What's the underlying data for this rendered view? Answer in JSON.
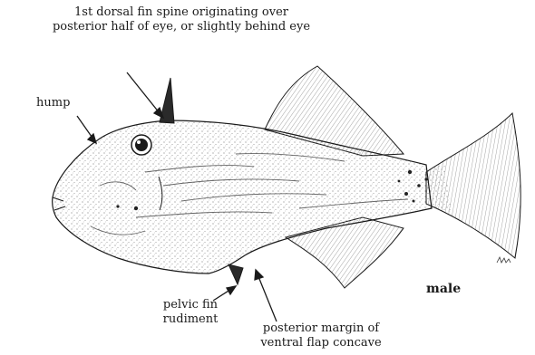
{
  "labels": {
    "dorsal_spine": "1st dorsal fin spine originating over\nposterior half of eye, or slightly behind eye",
    "hump": "hump",
    "pelvic_fin": "pelvic fin\nrudiment",
    "ventral_flap": "posterior margin of\nventral flap concave",
    "sex": "male"
  },
  "colors": {
    "ink": "#1a1a1a",
    "stipple": "#444444",
    "background": "#ffffff"
  }
}
